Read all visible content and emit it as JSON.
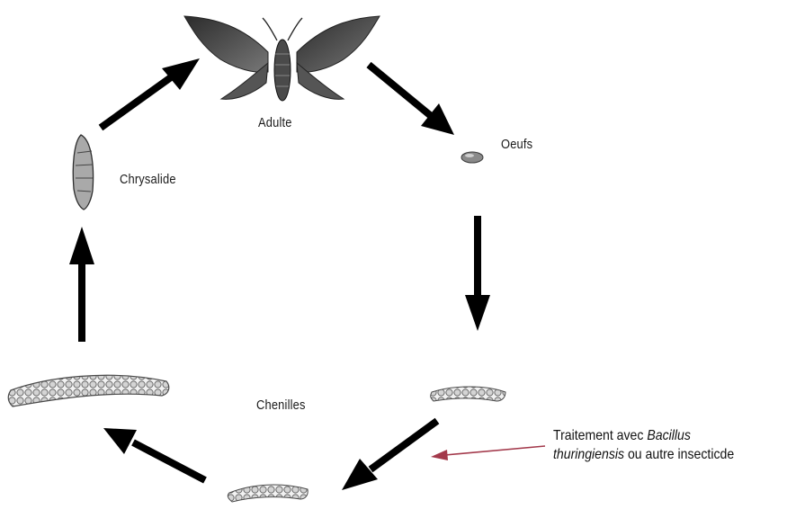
{
  "labels": {
    "adult": "Adulte",
    "eggs": "Oeufs",
    "pupa": "Chrysalide",
    "larvae": "Chenilles"
  },
  "note": {
    "prefix": "Traitement avec",
    "species_genus": "Bacillus",
    "species_name": "thuringiensis",
    "suffix": "ou autre insecticde"
  },
  "colors": {
    "cycle_arrows": "#000000",
    "treatment_arrow": "#a3394b"
  },
  "icons": [
    "moth-icon",
    "egg-icon",
    "caterpillar-icon",
    "chrysalis-icon"
  ]
}
